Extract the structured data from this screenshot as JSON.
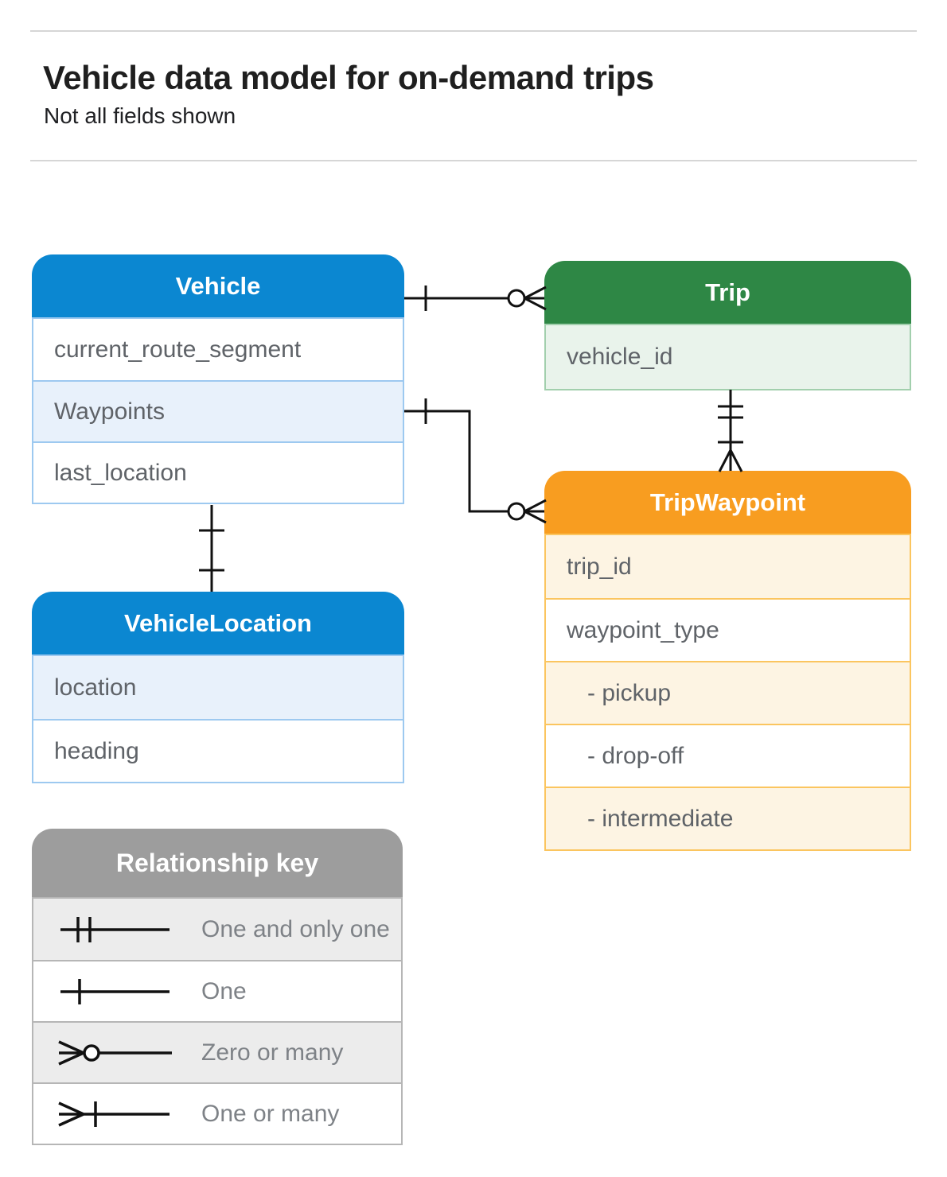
{
  "header": {
    "title": "Vehicle data model for on-demand trips",
    "subtitle": "Not all fields shown"
  },
  "tables": {
    "vehicle": {
      "title": "Vehicle",
      "rows": [
        "current_route_segment",
        "Waypoints",
        "last_location"
      ]
    },
    "trip": {
      "title": "Trip",
      "rows": [
        "vehicle_id"
      ]
    },
    "trip_waypoint": {
      "title": "TripWaypoint",
      "rows": [
        "trip_id",
        "waypoint_type",
        "- pickup",
        "- drop-off",
        "- intermediate"
      ]
    },
    "vehicle_location": {
      "title": "VehicleLocation",
      "rows": [
        "location",
        "heading"
      ]
    }
  },
  "legend": {
    "title": "Relationship key",
    "items": [
      {
        "icon": "one-and-only-one-icon",
        "label": "One and only one"
      },
      {
        "icon": "one-icon",
        "label": "One"
      },
      {
        "icon": "zero-or-many-icon",
        "label": "Zero or many"
      },
      {
        "icon": "one-or-many-icon",
        "label": "One or many"
      }
    ]
  },
  "connectors": [
    {
      "from": "Vehicle",
      "to": "Trip",
      "from_end": "one",
      "to_end": "zero-or-many"
    },
    {
      "from": "Vehicle.Waypoints",
      "to": "TripWaypoint",
      "from_end": "one",
      "to_end": "zero-or-many"
    },
    {
      "from": "Trip",
      "to": "TripWaypoint",
      "from_end": "one-and-only-one",
      "to_end": "one-or-many"
    },
    {
      "from": "Vehicle",
      "to": "VehicleLocation",
      "from_end": "one",
      "to_end": "one"
    }
  ],
  "colors": {
    "blue": "#0b87d1",
    "blue_tint": "#e8f1fb",
    "blue_border": "#9dc9f0",
    "green": "#2e8745",
    "green_tint": "#e9f3eb",
    "green_border": "#a2cfad",
    "orange": "#f89d20",
    "orange_tint": "#fdf4e3",
    "orange_border": "#fbc55f",
    "gray": "#9d9d9d",
    "gray_tint": "#ececec",
    "gray_border": "#b6b6b6",
    "row_text": "#5f6368",
    "connector_line": "#111111"
  }
}
